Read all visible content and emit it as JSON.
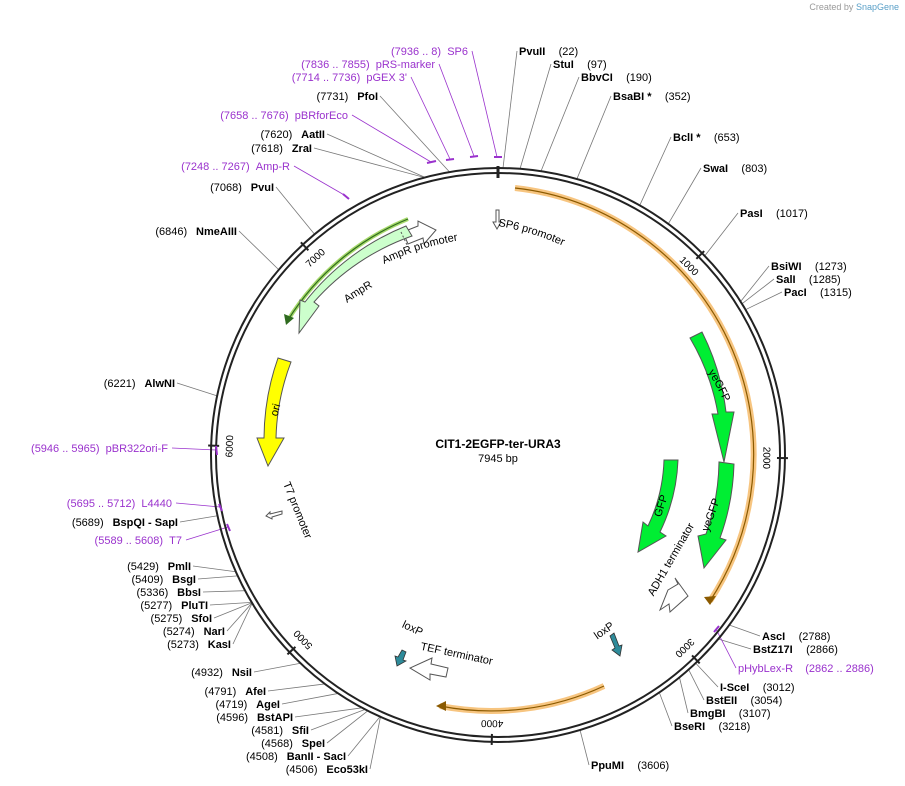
{
  "credit": {
    "prefix": "Created by",
    "brand": "SnapGene"
  },
  "plasmid": {
    "name": "CIT1-2EGFP-ter-URA3",
    "length_label": "7945 bp",
    "length": 7945
  },
  "ticks": [
    {
      "bp": 1000,
      "label": "1000"
    },
    {
      "bp": 2000,
      "label": "2000"
    },
    {
      "bp": 3000,
      "label": "3000"
    },
    {
      "bp": 4000,
      "label": "4000"
    },
    {
      "bp": 5000,
      "label": "5000"
    },
    {
      "bp": 6000,
      "label": "6000"
    },
    {
      "bp": 7000,
      "label": "7000"
    }
  ],
  "sites": [
    {
      "name": "PvuII",
      "pos": "(22)",
      "bp": 22
    },
    {
      "name": "StuI",
      "pos": "(97)",
      "bp": 97
    },
    {
      "name": "BbvCI",
      "pos": "(190)",
      "bp": 190
    },
    {
      "name": "BsaBI *",
      "pos": "(352)",
      "bp": 352
    },
    {
      "name": "BclI *",
      "pos": "(653)",
      "bp": 653
    },
    {
      "name": "SwaI",
      "pos": "(803)",
      "bp": 803
    },
    {
      "name": "PasI",
      "pos": "(1017)",
      "bp": 1017
    },
    {
      "name": "BsiWI",
      "pos": "(1273)",
      "bp": 1273
    },
    {
      "name": "SalI",
      "pos": "(1285)",
      "bp": 1285
    },
    {
      "name": "PacI",
      "pos": "(1315)",
      "bp": 1315
    },
    {
      "name": "AscI",
      "pos": "(2788)",
      "bp": 2788
    },
    {
      "name": "BstZ17I",
      "pos": "(2866)",
      "bp": 2866
    },
    {
      "name": "I-SceI",
      "pos": "(3012)",
      "bp": 3012
    },
    {
      "name": "BstEII",
      "pos": "(3054)",
      "bp": 3054
    },
    {
      "name": "BmgBI",
      "pos": "(3107)",
      "bp": 3107
    },
    {
      "name": "BseRI",
      "pos": "(3218)",
      "bp": 3218
    },
    {
      "name": "PpuMI",
      "pos": "(3606)",
      "bp": 3606
    },
    {
      "name": "Eco53kI",
      "pos": "(4506)",
      "bp": 4506
    },
    {
      "name": "BanII  -  SacI",
      "pos": "(4508)",
      "bp": 4508
    },
    {
      "name": "SpeI",
      "pos": "(4568)",
      "bp": 4568
    },
    {
      "name": "SfiI",
      "pos": "(4581)",
      "bp": 4581
    },
    {
      "name": "BstAPI",
      "pos": "(4596)",
      "bp": 4596
    },
    {
      "name": "AgeI",
      "pos": "(4719)",
      "bp": 4719
    },
    {
      "name": "AfeI",
      "pos": "(4791)",
      "bp": 4791
    },
    {
      "name": "NsiI",
      "pos": "(4932)",
      "bp": 4932
    },
    {
      "name": "KasI",
      "pos": "(5273)",
      "bp": 5273
    },
    {
      "name": "NarI",
      "pos": "(5274)",
      "bp": 5274
    },
    {
      "name": "SfoI",
      "pos": "(5275)",
      "bp": 5275
    },
    {
      "name": "PluTI",
      "pos": "(5277)",
      "bp": 5277
    },
    {
      "name": "BbsI",
      "pos": "(5336)",
      "bp": 5336
    },
    {
      "name": "BsgI",
      "pos": "(5409)",
      "bp": 5409
    },
    {
      "name": "PmlI",
      "pos": "(5429)",
      "bp": 5429
    },
    {
      "name": "BspQI  -  SapI",
      "pos": "(5689)",
      "bp": 5689
    },
    {
      "name": "AlwNI",
      "pos": "(6221)",
      "bp": 6221
    },
    {
      "name": "NmeAIII",
      "pos": "(6846)",
      "bp": 6846
    },
    {
      "name": "PvuI",
      "pos": "(7068)",
      "bp": 7068
    },
    {
      "name": "ZraI",
      "pos": "(7618)",
      "bp": 7618
    },
    {
      "name": "AatII",
      "pos": "(7620)",
      "bp": 7620
    },
    {
      "name": "PfoI",
      "pos": "(7731)",
      "bp": 7731
    }
  ],
  "primers": [
    {
      "name": "SP6",
      "range": "(7936 .. 8)"
    },
    {
      "name": "pRS-marker",
      "range": "(7836 .. 7855)"
    },
    {
      "name": "pGEX 3'",
      "range": "(7714 .. 7736)"
    },
    {
      "name": "pBRforEco",
      "range": "(7658 .. 7676)"
    },
    {
      "name": "Amp-R",
      "range": "(7248 .. 7267)"
    },
    {
      "name": "pBR322ori-F",
      "range": "(5946 .. 5965)"
    },
    {
      "name": "L4440",
      "range": "(5695 .. 5712)"
    },
    {
      "name": "T7",
      "range": "(5589 .. 5608)"
    },
    {
      "name": "pHybLex-R",
      "range": "(2862 .. 2886)"
    }
  ],
  "features": [
    {
      "name": "SP6 promoter",
      "type": "promoter",
      "color": "#ffffff"
    },
    {
      "name": "yeGFP",
      "type": "cds",
      "color": "#00ee33"
    },
    {
      "name": "yeGFP",
      "type": "cds",
      "color": "#00ee33"
    },
    {
      "name": "GFP",
      "type": "cds",
      "color": "#00ee33"
    },
    {
      "name": "ADH1 terminator",
      "type": "terminator",
      "color": "#ffffff"
    },
    {
      "name": "loxP",
      "type": "site",
      "color": "#2e8b9a"
    },
    {
      "name": "loxP",
      "type": "site",
      "color": "#2e8b9a"
    },
    {
      "name": "TEF terminator",
      "type": "terminator",
      "color": "#ffffff"
    },
    {
      "name": "T7 promoter",
      "type": "promoter",
      "color": "#ffffff"
    },
    {
      "name": "ori",
      "type": "rep_origin",
      "color": "#ffff00"
    },
    {
      "name": "AmpR",
      "type": "cds",
      "color": "#ccffcc"
    },
    {
      "name": "AmpR promoter",
      "type": "promoter",
      "color": "#ffffff"
    }
  ],
  "colors": {
    "backbone": "#222222",
    "primer": "#9a32cd",
    "highlight": "#f7c580",
    "highlight_line": "#8b5a00"
  }
}
